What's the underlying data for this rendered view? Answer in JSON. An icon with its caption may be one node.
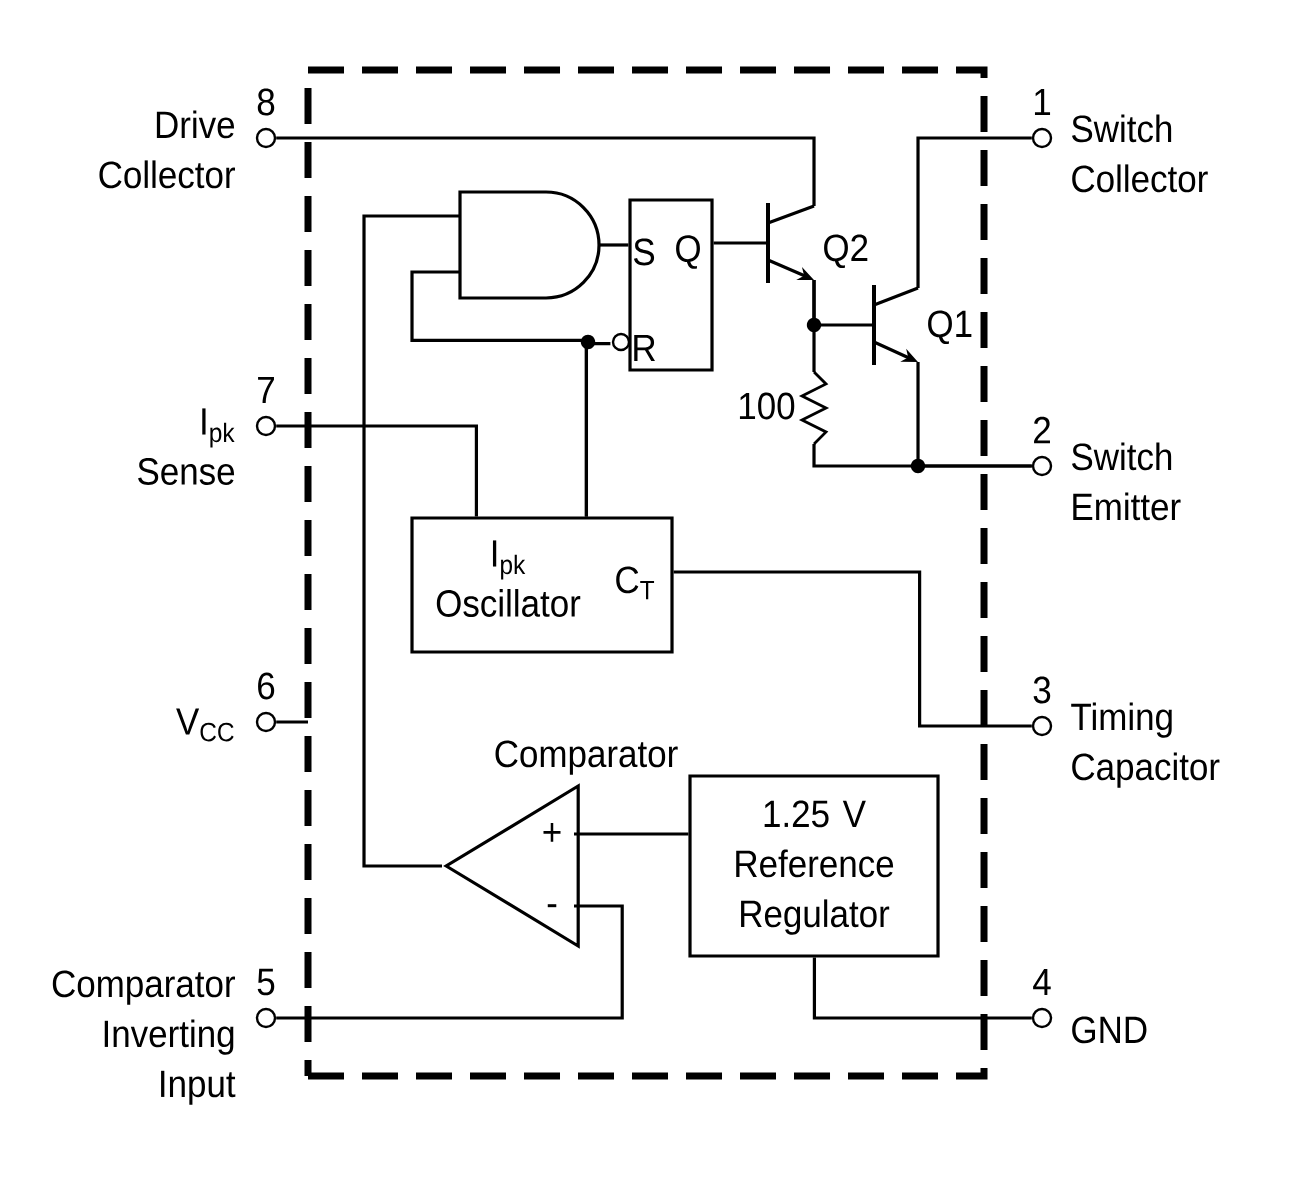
{
  "diagram": {
    "nodes": [
      {
        "text": [],
        "shape": "box"
      },
      {
        "text": [],
        "shape": "gate",
        "in": 0
      },
      {
        "text": [
          "S",
          "Q",
          "R"
        ],
        "in": 0
      },
      {
        "text": [],
        "shape": "transistor",
        "beside": [
          "Q2"
        ],
        "in": 0
      },
      {
        "text": [],
        "shape": "transistor",
        "beside": [
          "Q1"
        ],
        "in": 0
      },
      {
        "text": [
          "100"
        ],
        "in": 0
      },
      {
        "text": [
          "I$_{pk}$ Oscillator",
          "C$_{T}$"
        ],
        "in": 0
      },
      {
        "text": [
          "Comparator",
          "+",
          "-"
        ],
        "in": 0
      },
      {
        "text": [
          "1.25 V Reference Regulator"
        ],
        "in": 0
      },
      {
        "text": [],
        "shape": "circle",
        "beside": [
          "8",
          "Drive Collector"
        ]
      },
      {
        "text": [],
        "shape": "circle",
        "beside": [
          "7",
          "I$_{pk}$ Sense"
        ]
      },
      {
        "text": [],
        "shape": "circle",
        "beside": [
          "6",
          "V$_{CC}$"
        ]
      },
      {
        "text": [],
        "shape": "circle",
        "beside": [
          "5",
          "Comparator Inverting Input"
        ]
      },
      {
        "text": [],
        "shape": "circle",
        "beside": [
          "1",
          "Switch Collector"
        ]
      },
      {
        "text": [],
        "shape": "circle",
        "beside": [
          "2",
          "Switch Emitter"
        ]
      },
      {
        "text": [],
        "shape": "circle",
        "beside": [
          "3",
          "Timing Capacitor"
        ]
      },
      {
        "text": [],
        "shape": "circle",
        "beside": [
          "4",
          "GND"
        ]
      }
    ],
    "edges": [
      {
        "from": 9,
        "to": 3,
        "arrow": "none"
      },
      {
        "from": 2,
        "to": 3,
        "arrow": "none"
      },
      {
        "from": 1,
        "to": 2,
        "arrow": "none"
      },
      {
        "from": 3,
        "to": 4,
        "arrow": "none"
      },
      {
        "from": 3,
        "to": 5,
        "arrow": "none"
      },
      {
        "from": 4,
        "to": 13,
        "arrow": "none"
      },
      {
        "from": 4,
        "to": 14,
        "arrow": "none"
      },
      {
        "from": 5,
        "to": 14,
        "arrow": "none"
      },
      {
        "from": 6,
        "to": 2,
        "arrow": "none"
      },
      {
        "from": 6,
        "to": 1,
        "arrow": "none"
      },
      {
        "from": 10,
        "to": 6,
        "arrow": "none"
      },
      {
        "from": 6,
        "to": 15,
        "arrow": "none"
      },
      {
        "from": 7,
        "to": 1,
        "arrow": "none"
      },
      {
        "from": 8,
        "to": 7,
        "arrow": "none"
      },
      {
        "from": 12,
        "to": 7,
        "arrow": "none"
      },
      {
        "from": 8,
        "to": 16,
        "arrow": "none"
      },
      {
        "from": 11,
        "to": 0,
        "arrow": "none"
      }
    ]
  }
}
